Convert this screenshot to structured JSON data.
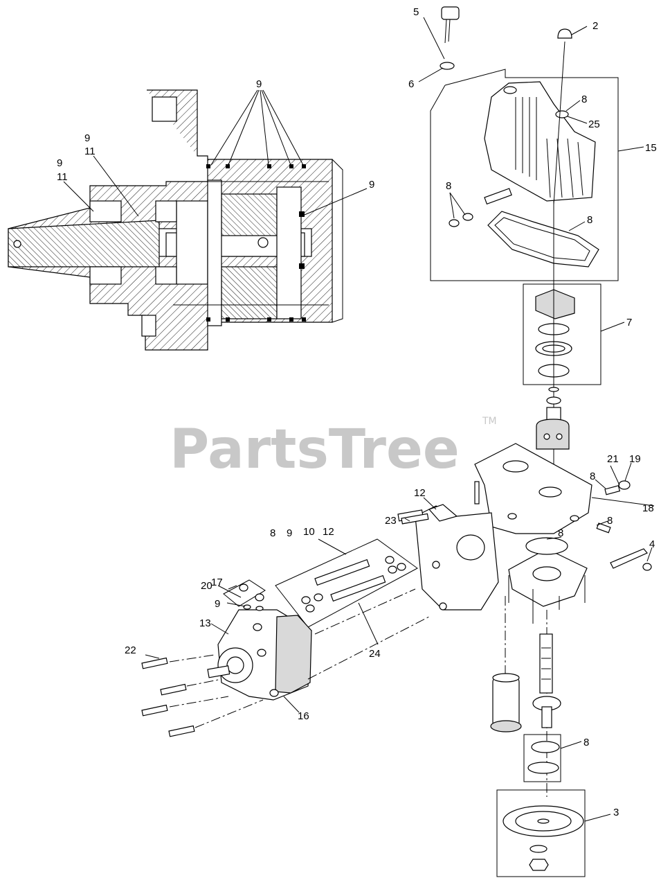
{
  "watermark": {
    "text": "PartsTree",
    "trademark": "TM"
  },
  "callouts": [
    {
      "id": "c5",
      "label": "5"
    },
    {
      "id": "c6",
      "label": "6"
    },
    {
      "id": "c2",
      "label": "2"
    },
    {
      "id": "c8a",
      "label": "8"
    },
    {
      "id": "c25",
      "label": "25"
    },
    {
      "id": "c15",
      "label": "15"
    },
    {
      "id": "c8b",
      "label": "8"
    },
    {
      "id": "c8c",
      "label": "8"
    },
    {
      "id": "c7",
      "label": "7"
    },
    {
      "id": "c9top",
      "label": "9"
    },
    {
      "id": "c9l1",
      "label": "9"
    },
    {
      "id": "c11l1",
      "label": "11"
    },
    {
      "id": "c9l2",
      "label": "9"
    },
    {
      "id": "c11l2",
      "label": "11"
    },
    {
      "id": "c9r",
      "label": "9"
    },
    {
      "id": "c21",
      "label": "21"
    },
    {
      "id": "c19",
      "label": "19"
    },
    {
      "id": "c8d",
      "label": "8"
    },
    {
      "id": "c18",
      "label": "18"
    },
    {
      "id": "c12a",
      "label": "12"
    },
    {
      "id": "c23",
      "label": "23"
    },
    {
      "id": "c8e",
      "label": "8"
    },
    {
      "id": "c8f",
      "label": "8"
    },
    {
      "id": "c4",
      "label": "4"
    },
    {
      "id": "c8g",
      "label": "8"
    },
    {
      "id": "c9g",
      "label": "9"
    },
    {
      "id": "c10",
      "label": "10"
    },
    {
      "id": "c12b",
      "label": "12"
    },
    {
      "id": "c17",
      "label": "17"
    },
    {
      "id": "c20",
      "label": "20"
    },
    {
      "id": "c9h",
      "label": "9"
    },
    {
      "id": "c13",
      "label": "13"
    },
    {
      "id": "c22",
      "label": "22"
    },
    {
      "id": "c24",
      "label": "24"
    },
    {
      "id": "c16",
      "label": "16"
    },
    {
      "id": "c8h",
      "label": "8"
    },
    {
      "id": "c3",
      "label": "3"
    }
  ]
}
